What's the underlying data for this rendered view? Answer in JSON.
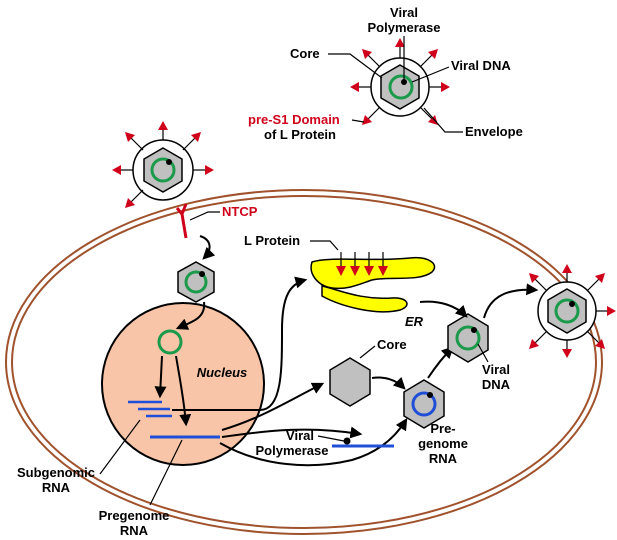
{
  "labels": {
    "viral_polymerase_top_1": "Viral",
    "viral_polymerase_top_2": "Polymerase",
    "core_top": "Core",
    "viral_dna_top": "Viral DNA",
    "pre_s1_1": "pre-S1 Domain",
    "pre_s1_2": "of L Protein",
    "envelope": "Envelope",
    "ntcp": "NTCP",
    "l_protein": "L Protein",
    "er": "ER",
    "nucleus": "Nucleus",
    "core_mid": "Core",
    "viral_dna_mid_1": "Viral",
    "viral_dna_mid_2": "DNA",
    "viral_polymerase_mid_1": "Viral",
    "viral_polymerase_mid_2": "Polymerase",
    "pregenome_mid_1": "Pre-",
    "pregenome_mid_2": "genome",
    "pregenome_mid_3": "RNA",
    "subgenomic_1": "Subgenomic",
    "subgenomic_2": "RNA",
    "pregenome_bottom_1": "Pregenome",
    "pregenome_bottom_2": "RNA"
  },
  "colors": {
    "cell_membrane": "#a0522d",
    "nucleus_fill": "#f9c5a8",
    "er_fill": "#ffff00",
    "core_fill": "#c0c0c0",
    "viral_dna": "#1a9a4a",
    "rna": "#1f4fd6",
    "pre_s1": "#d0021b"
  },
  "icons": [
    "virion-icon",
    "nucleocapsid-icon",
    "ntcp-receptor-icon",
    "er-icon"
  ]
}
